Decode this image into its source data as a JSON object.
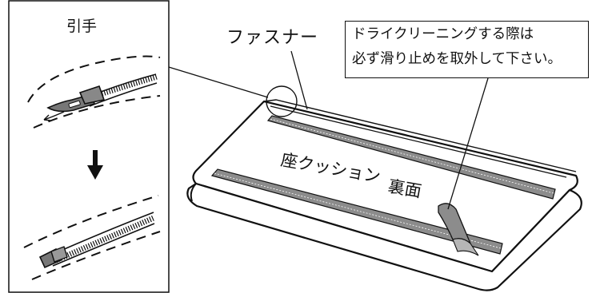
{
  "labels": {
    "pull_tab": "引手",
    "fastener": "ファスナー",
    "cushion_label_1": "座クッション",
    "cushion_label_2": "裏面"
  },
  "note": {
    "line1": "ドライクリーニングする際は",
    "line2": "必ず滑り止めを取外して下さい。"
  },
  "colors": {
    "stroke": "#111111",
    "strip_fill": "#8c8c8c",
    "zipper_pull_fill": "#777777",
    "background": "#ffffff"
  },
  "icons": {
    "arrow": "down-arrow-icon"
  }
}
